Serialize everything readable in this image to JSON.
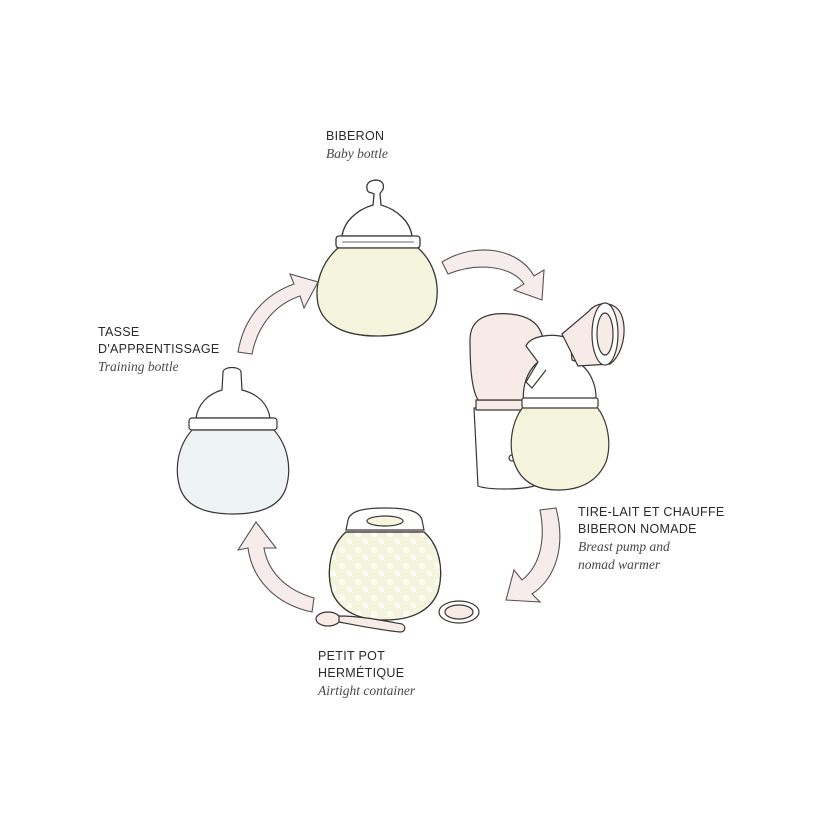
{
  "colors": {
    "outline": "#3a3634",
    "arrow_fill": "#f6eceb",
    "arrow_stroke": "#5a5250",
    "bottle_fill": "#f4f5dc",
    "cup_fill": "#eef3f4",
    "pump_shade": "#f7ebe8"
  },
  "items": {
    "bottle": {
      "fr": "BIBERON",
      "en": "Baby bottle",
      "icon": "baby-bottle-icon"
    },
    "pump": {
      "fr_line1": "TIRE-LAIT ET CHAUFFE",
      "fr_line2": "BIBERON NOMADE",
      "en_line1": "Breast pump and",
      "en_line2": "nomad warmer",
      "icon": "breast-pump-icon"
    },
    "container": {
      "fr_line1": "PETIT POT",
      "fr_line2": "HERMÉTIQUE",
      "en": "Airtight container",
      "icon": "airtight-container-icon"
    },
    "cup": {
      "fr_line1": "TASSE",
      "fr_line2": "D'APPRENTISSAGE",
      "en": "Training bottle",
      "icon": "training-cup-icon"
    }
  }
}
